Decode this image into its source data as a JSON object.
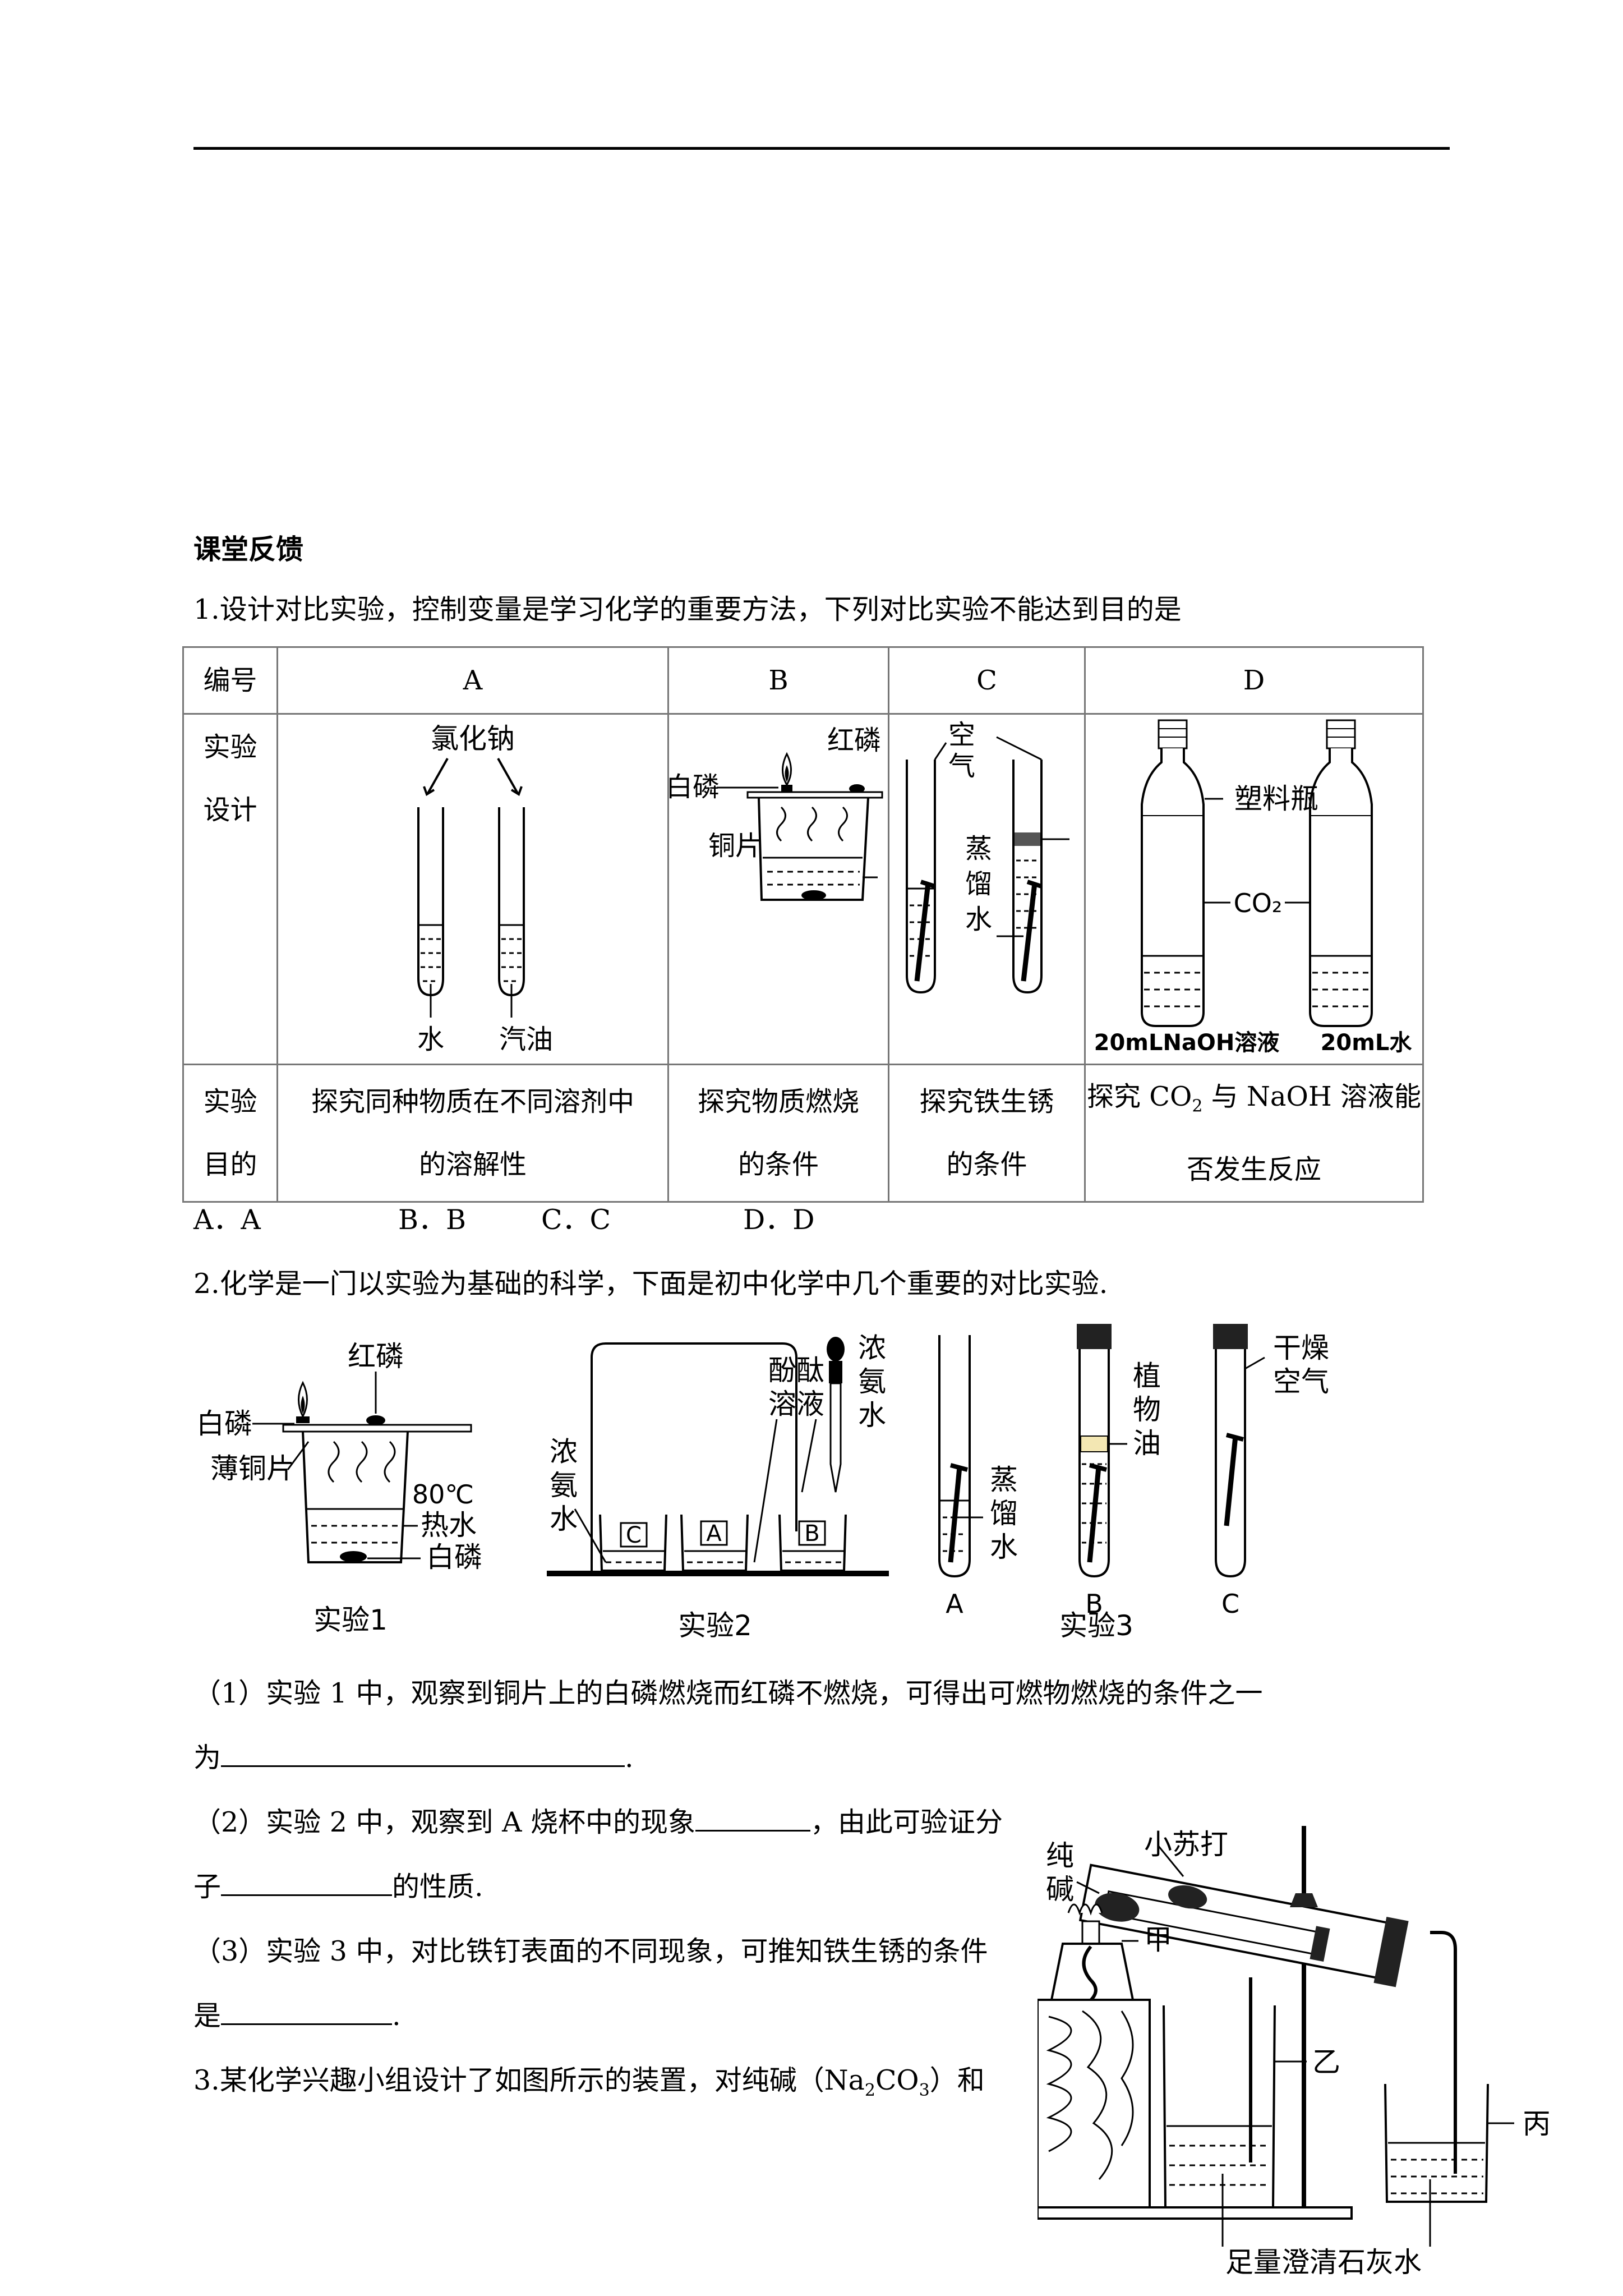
{
  "section_title": "课堂反馈",
  "q1": {
    "stem": "1.设计对比实验，控制变量是学习化学的重要方法，下列对比实验不能达到目的是",
    "table": {
      "row_headers": {
        "number": "编号",
        "design": [
          "实验",
          "设计"
        ],
        "purpose": [
          "实验",
          "目的"
        ]
      },
      "columns": [
        "A",
        "B",
        "C",
        "D"
      ],
      "purpose_A": [
        "探究同种物质在不同溶剂中",
        "的溶解性"
      ],
      "purpose_B": [
        "探究物质燃烧",
        "的条件"
      ],
      "purpose_C": [
        "探究铁生锈",
        "的条件"
      ],
      "purpose_D_1a": "探究 CO",
      "purpose_D_1sub": "2",
      "purpose_D_1b": " 与 NaOH 溶液能",
      "purpose_D_2": "否发生反应",
      "fig_A": {
        "top": "氯化钠",
        "left": "水",
        "right": "汽油"
      },
      "fig_B": {
        "red": "红磷",
        "white": "白磷",
        "copper": "铜片"
      },
      "fig_C": {
        "air": [
          "空",
          "气"
        ],
        "water": [
          "蒸",
          "馏",
          "水"
        ]
      },
      "fig_D": {
        "bottle": "塑料瓶",
        "gas": "CO₂",
        "left": "20mLNaOH溶液",
        "right": "20mL水"
      }
    },
    "options": [
      "A．A",
      "B．B",
      "C．C",
      "D．D"
    ]
  },
  "q2": {
    "stem": "2.化学是一门以实验为基础的科学，下面是初中化学中几个重要的对比实验.",
    "exp1": {
      "red": "红磷",
      "white": "白磷",
      "copper": "薄铜片",
      "hot1": "80℃",
      "hot2": "热水",
      "white2": "白磷",
      "caption": "实验1"
    },
    "exp2": {
      "ammonia_left": [
        "浓",
        "氨",
        "水"
      ],
      "phenol": [
        "酚酞",
        "溶液"
      ],
      "ammonia_right": [
        "浓",
        "氨",
        "水"
      ],
      "beakers": [
        "C",
        "A",
        "B"
      ],
      "caption": "实验2"
    },
    "exp3": {
      "dry": [
        "干燥",
        "空气"
      ],
      "oil": [
        "植",
        "物",
        "油"
      ],
      "water": [
        "蒸",
        "馏",
        "水"
      ],
      "tubes": [
        "A",
        "B",
        "C"
      ],
      "caption": "实验3"
    },
    "sub1_a": "（1）实验 1 中，观察到铜片上的白磷燃烧而红磷不燃烧，可得出可燃物燃烧的条件之一",
    "sub1_b": "为",
    "sub1_end": ".",
    "sub2_a": "（2）实验 2 中，观察到 A 烧杯中的现象",
    "sub2_b": "，由此可验证分",
    "sub2_c": "子",
    "sub2_d": "的性质.",
    "sub3_a": "（3）实验 3 中，对比铁钉表面的不同现象，可推知铁生锈的条件",
    "sub3_b": "是",
    "sub3_end": "."
  },
  "q3": {
    "stem_a": "3.某化学兴趣小组设计了如图所示的装置，对纯碱（Na",
    "stem_sub1": "2",
    "stem_b": "CO",
    "stem_sub2": "3",
    "stem_c": "）和",
    "fig": {
      "soda": "小苏打",
      "pure1": "纯",
      "pure2": "碱",
      "jia": "甲",
      "yi": "乙",
      "bing": "丙",
      "lime": "足量澄清石灰水"
    }
  }
}
